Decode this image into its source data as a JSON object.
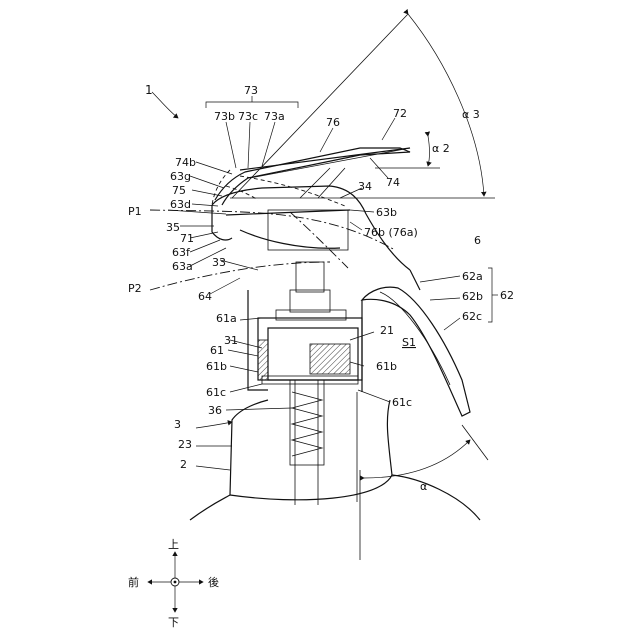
{
  "labels": {
    "l1": "1",
    "l73": "73",
    "l73b": "73b",
    "l73c": "73c",
    "l73a": "73a",
    "l76": "76",
    "l72": "72",
    "la2": "α 2",
    "la3": "α 3",
    "l74": "74",
    "l74b": "74b",
    "l63g": "63g",
    "l75": "75",
    "l63d": "63d",
    "lP1": "P1",
    "l35": "35",
    "l71": "71",
    "l63f": "63f",
    "l63a": "63a",
    "l34": "34",
    "l63b": "63b",
    "l76b": "76b (76a)",
    "l6": "6",
    "l33": "33",
    "lP2": "P2",
    "l62a": "62a",
    "l62b": "62b",
    "l62": "62",
    "l62c": "62c",
    "l64": "64",
    "l61a": "61a",
    "l21": "21",
    "lS1": "S1",
    "l31": "31",
    "l61": "61",
    "l61b_left": "61b",
    "l61b_right": "61b",
    "l61c_left": "61c",
    "l61c_right": "61c",
    "l36": "36",
    "l3": "3",
    "l23": "23",
    "l2": "2",
    "lalpha": "α"
  },
  "compass": {
    "up": "上",
    "down": "下",
    "front": "前",
    "back": "後"
  }
}
